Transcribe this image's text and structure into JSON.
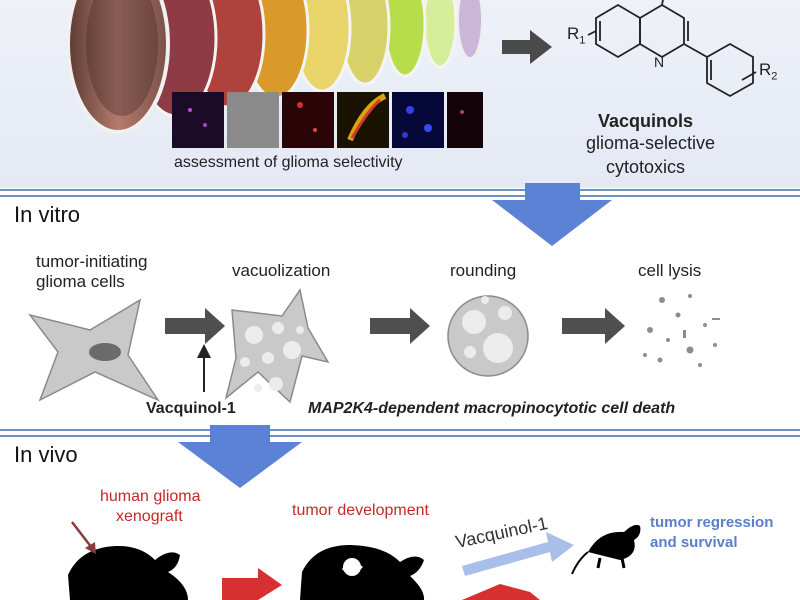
{
  "top": {
    "caption": "assessment of glioma selectivity",
    "chem_r1": "R",
    "chem_r1_sub": "1",
    "chem_r2": "R",
    "chem_r2_sub": "2",
    "chem_n": "N",
    "compound_name": "Vacquinols",
    "compound_desc_1": "glioma-selective",
    "compound_desc_2": "cytotoxics"
  },
  "in_vitro": {
    "title": "In vitro",
    "step1_line1": "tumor-initiating",
    "step1_line2": "glioma cells",
    "step2": "vacuolization",
    "step3": "rounding",
    "step4": "cell lysis",
    "drug": "Vacquinol-1",
    "mechanism": "MAP2K4-dependent macropinocytotic cell death"
  },
  "in_vivo": {
    "title": "In vivo",
    "xenograft_line1": "human glioma",
    "xenograft_line2": "xenograft",
    "development": "tumor development",
    "drug": "Vacquinol-1",
    "outcome_line1": "tumor regression",
    "outcome_line2": "and survival"
  },
  "colors": {
    "top_panel_bg": "#e9edf6",
    "divider": "#6f8fc7",
    "flow_arrow": "#5b82d4",
    "step_arrow": "#555555",
    "accent_red": "#c62828",
    "accent_blue": "#6a8fd8",
    "cell_fill": "#c9c9c9"
  },
  "icons": [
    "petri-dish-icon",
    "quinoline-structure-icon",
    "glioma-cell-icon",
    "mouse-icon"
  ]
}
